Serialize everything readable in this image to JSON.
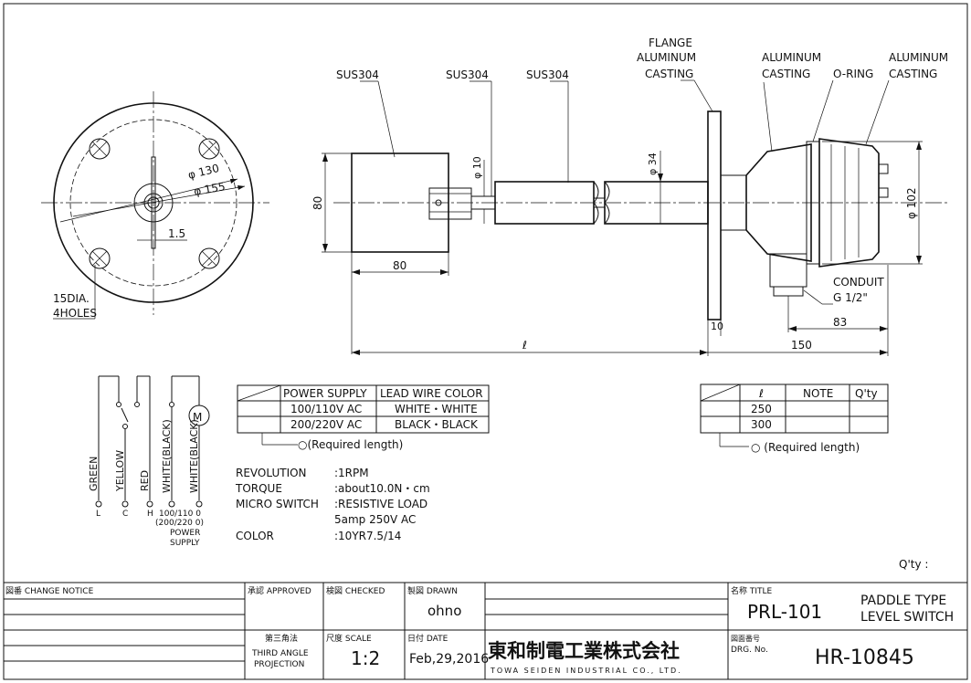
{
  "materials": {
    "sus_paddle": "SUS304",
    "sus_shaft": "SUS304",
    "sus_pipe": "SUS304",
    "flange_1": "FLANGE",
    "flange_2": "ALUMINUM",
    "flange_3": "CASTING",
    "housing_1": "ALUMINUM",
    "housing_2": "CASTING",
    "oring": "O-RING",
    "cover_1": "ALUMINUM",
    "cover_2": "CASTING",
    "conduit_1": "CONDUIT",
    "conduit_2": "G 1/2\""
  },
  "dimensions": {
    "phi130": "φ 130",
    "phi155": "φ 155",
    "d15": "1.5",
    "holes_1": "15DIA.",
    "holes_2": "4HOLES",
    "h80": "80",
    "w80": "80",
    "phi10": "φ 10",
    "phi34": "φ 34",
    "phi102": "φ 102",
    "ell": "ℓ",
    "d10": "10",
    "d83": "83",
    "d150": "150"
  },
  "wiring": {
    "labels": [
      "GREEN",
      "YELLOW",
      "RED",
      "WHITE(BLACK)",
      "WHITE(BLACK)"
    ],
    "terminals": [
      "L",
      "C",
      "H"
    ],
    "motor": "M",
    "supply_1": "100/110  0",
    "supply_2": "(200/220  0)",
    "supply_3": "POWER",
    "supply_4": "SUPPLY"
  },
  "power_table": {
    "headers": [
      "POWER SUPPLY",
      "LEAD WIRE COLOR"
    ],
    "rows": [
      [
        "100/110V AC",
        "WHITE・WHITE"
      ],
      [
        "200/220V AC",
        "BLACK・BLACK"
      ]
    ],
    "note": "○(Required length)"
  },
  "specs": [
    {
      "label": "REVOLUTION",
      "value": ":1RPM"
    },
    {
      "label": "TORQUE",
      "value": ":about10.0N・cm"
    },
    {
      "label": "MICRO SWITCH",
      "value": ":RESISTIVE LOAD"
    },
    {
      "label": "",
      "value": " 5amp 250V AC"
    },
    {
      "label": "COLOR",
      "value": ":10YR7.5/14"
    }
  ],
  "length_table": {
    "headers": [
      "ℓ",
      "NOTE",
      "Q'ty"
    ],
    "rows": [
      [
        "250",
        "",
        ""
      ],
      [
        "300",
        "",
        ""
      ]
    ],
    "note": "○ (Required length)"
  },
  "qty_label": "Q'ty :",
  "title_block": {
    "change_notice": "図番 CHANGE NOTICE",
    "approved": "承認 APPROVED",
    "checked": "検図 CHECKED",
    "drawn": "製図 DRAWN",
    "drawn_by": "ohno",
    "projection_jp": "第三角法",
    "projection_1": "THIRD ANGLE",
    "projection_2": "PROJECTION",
    "scale_label": "尺度 SCALE",
    "scale": "1:2",
    "date_label": "日付 DATE",
    "date": "Feb,29,2016",
    "company_jp": "東和制電工業株式会社",
    "company_en": "TOWA SEIDEN INDUSTRIAL CO., LTD.",
    "title_label": "名称 TITLE",
    "model": "PRL-101",
    "title_1": "PADDLE TYPE",
    "title_2": "LEVEL SWITCH",
    "drg_label_1": "図面番号",
    "drg_label_2": "DRG. No.",
    "drg_no": "HR-10845"
  }
}
